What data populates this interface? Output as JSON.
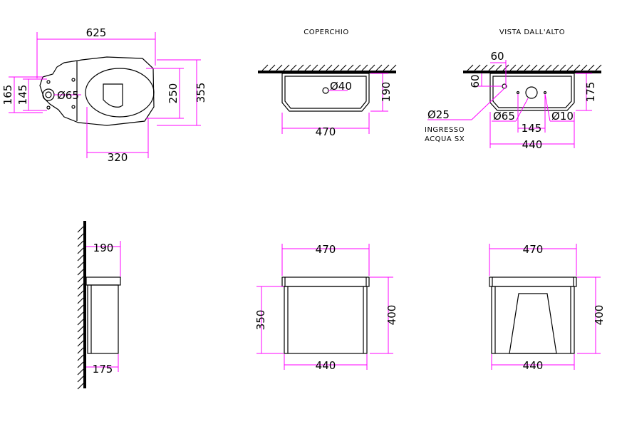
{
  "labels": {
    "coperchio": "COPERCHIO",
    "vista_alto": "VISTA DALL'ALTO",
    "ingresso_line1": "INGRESSO",
    "ingresso_line2": "ACQUA SX"
  },
  "dims": {
    "top_width": "625",
    "top_h165": "165",
    "top_h145": "145",
    "top_d65": "Ø65",
    "top_h250": "250",
    "top_h355": "355",
    "top_w320": "320",
    "lid_d40": "Ø40",
    "lid_h190": "190",
    "lid_w470": "470",
    "va_60h": "60",
    "va_60v": "60",
    "va_175": "175",
    "va_d25": "Ø25",
    "va_d65": "Ø65",
    "va_145": "145",
    "va_d10": "Ø10",
    "va_440": "440",
    "side_190": "190",
    "side_175": "175",
    "front_470": "470",
    "front_350": "350",
    "front_400": "400",
    "front_440": "440",
    "back_470": "470",
    "back_400": "400",
    "back_440": "440"
  },
  "colors": {
    "dimension": "#ff00ff",
    "object": "#000000"
  }
}
